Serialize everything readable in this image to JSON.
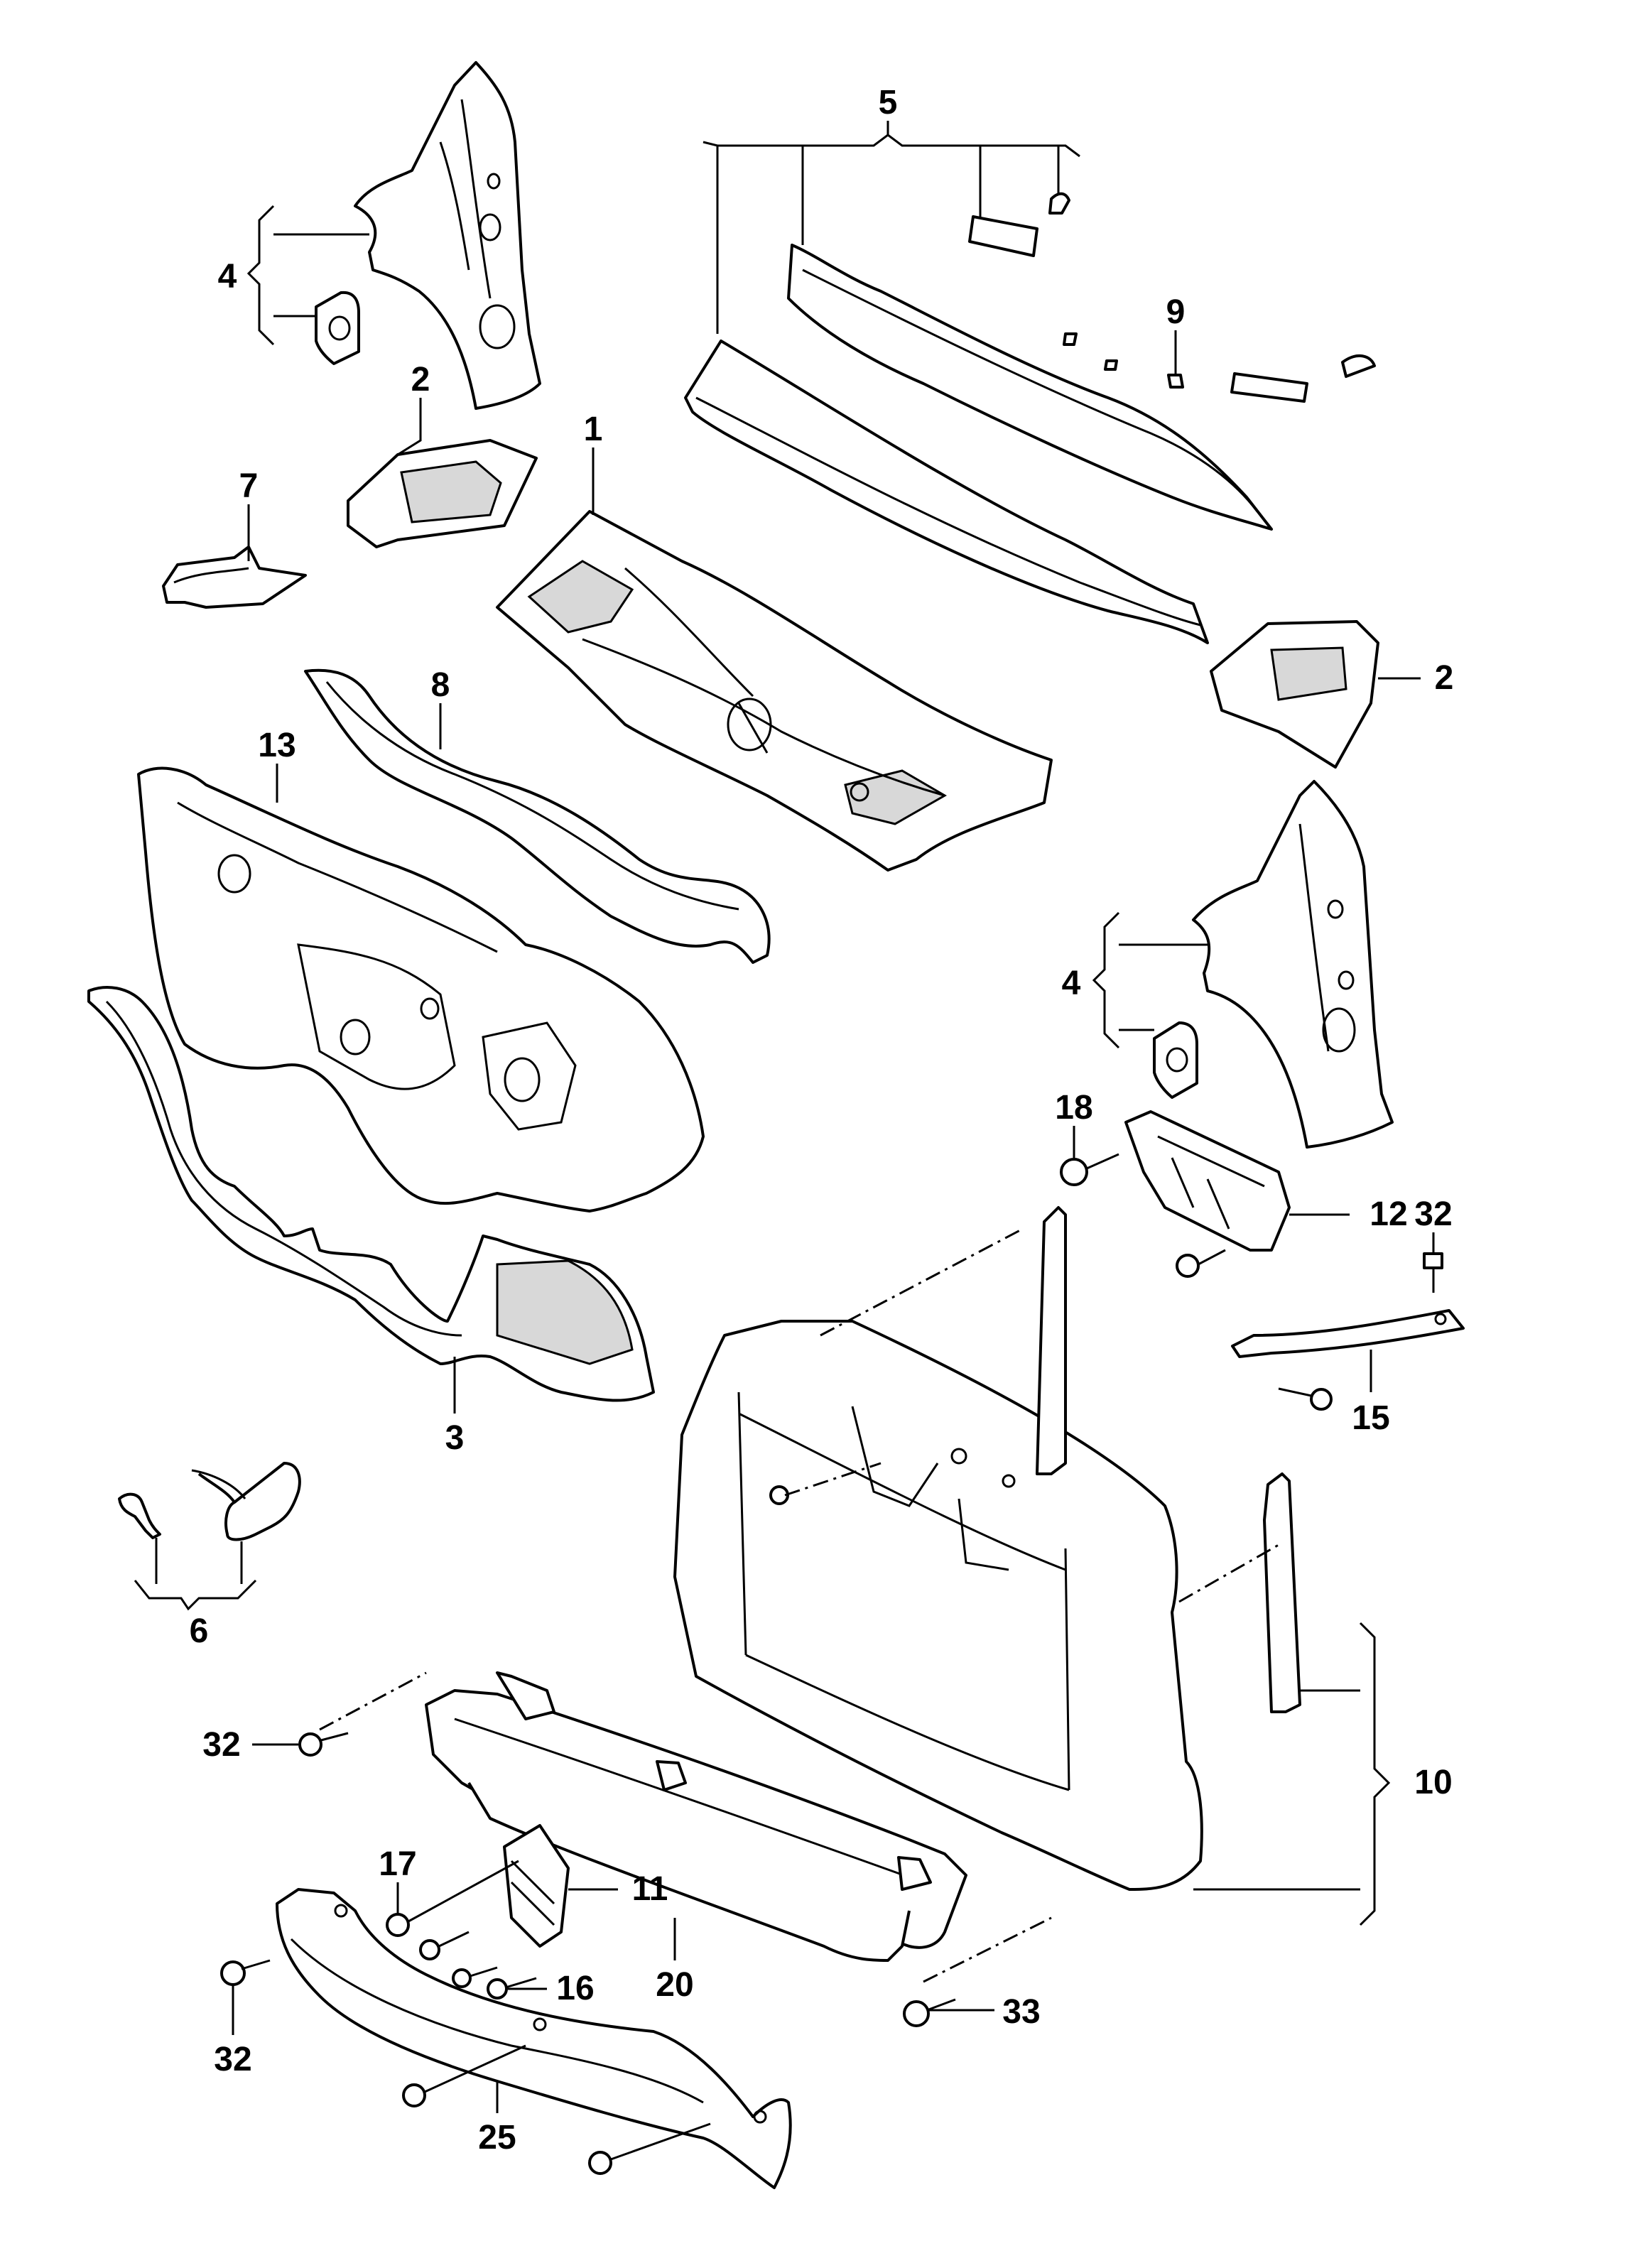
{
  "diagram": {
    "labels": [
      {
        "id": "lbl-1",
        "text": "1"
      },
      {
        "id": "lbl-2a",
        "text": "2"
      },
      {
        "id": "lbl-2b",
        "text": "2"
      },
      {
        "id": "lbl-3",
        "text": "3"
      },
      {
        "id": "lbl-4a",
        "text": "4"
      },
      {
        "id": "lbl-4b",
        "text": "4"
      },
      {
        "id": "lbl-5",
        "text": "5"
      },
      {
        "id": "lbl-6",
        "text": "6"
      },
      {
        "id": "lbl-7",
        "text": "7"
      },
      {
        "id": "lbl-8",
        "text": "8"
      },
      {
        "id": "lbl-9",
        "text": "9"
      },
      {
        "id": "lbl-10",
        "text": "10"
      },
      {
        "id": "lbl-11",
        "text": "11"
      },
      {
        "id": "lbl-12",
        "text": "12"
      },
      {
        "id": "lbl-13",
        "text": "13"
      },
      {
        "id": "lbl-15",
        "text": "15"
      },
      {
        "id": "lbl-16",
        "text": "16"
      },
      {
        "id": "lbl-17",
        "text": "17"
      },
      {
        "id": "lbl-18",
        "text": "18"
      },
      {
        "id": "lbl-20",
        "text": "20"
      },
      {
        "id": "lbl-25",
        "text": "25"
      },
      {
        "id": "lbl-32a",
        "text": "32"
      },
      {
        "id": "lbl-32b",
        "text": "32"
      },
      {
        "id": "lbl-32c",
        "text": "32"
      },
      {
        "id": "lbl-33",
        "text": "33"
      }
    ]
  }
}
